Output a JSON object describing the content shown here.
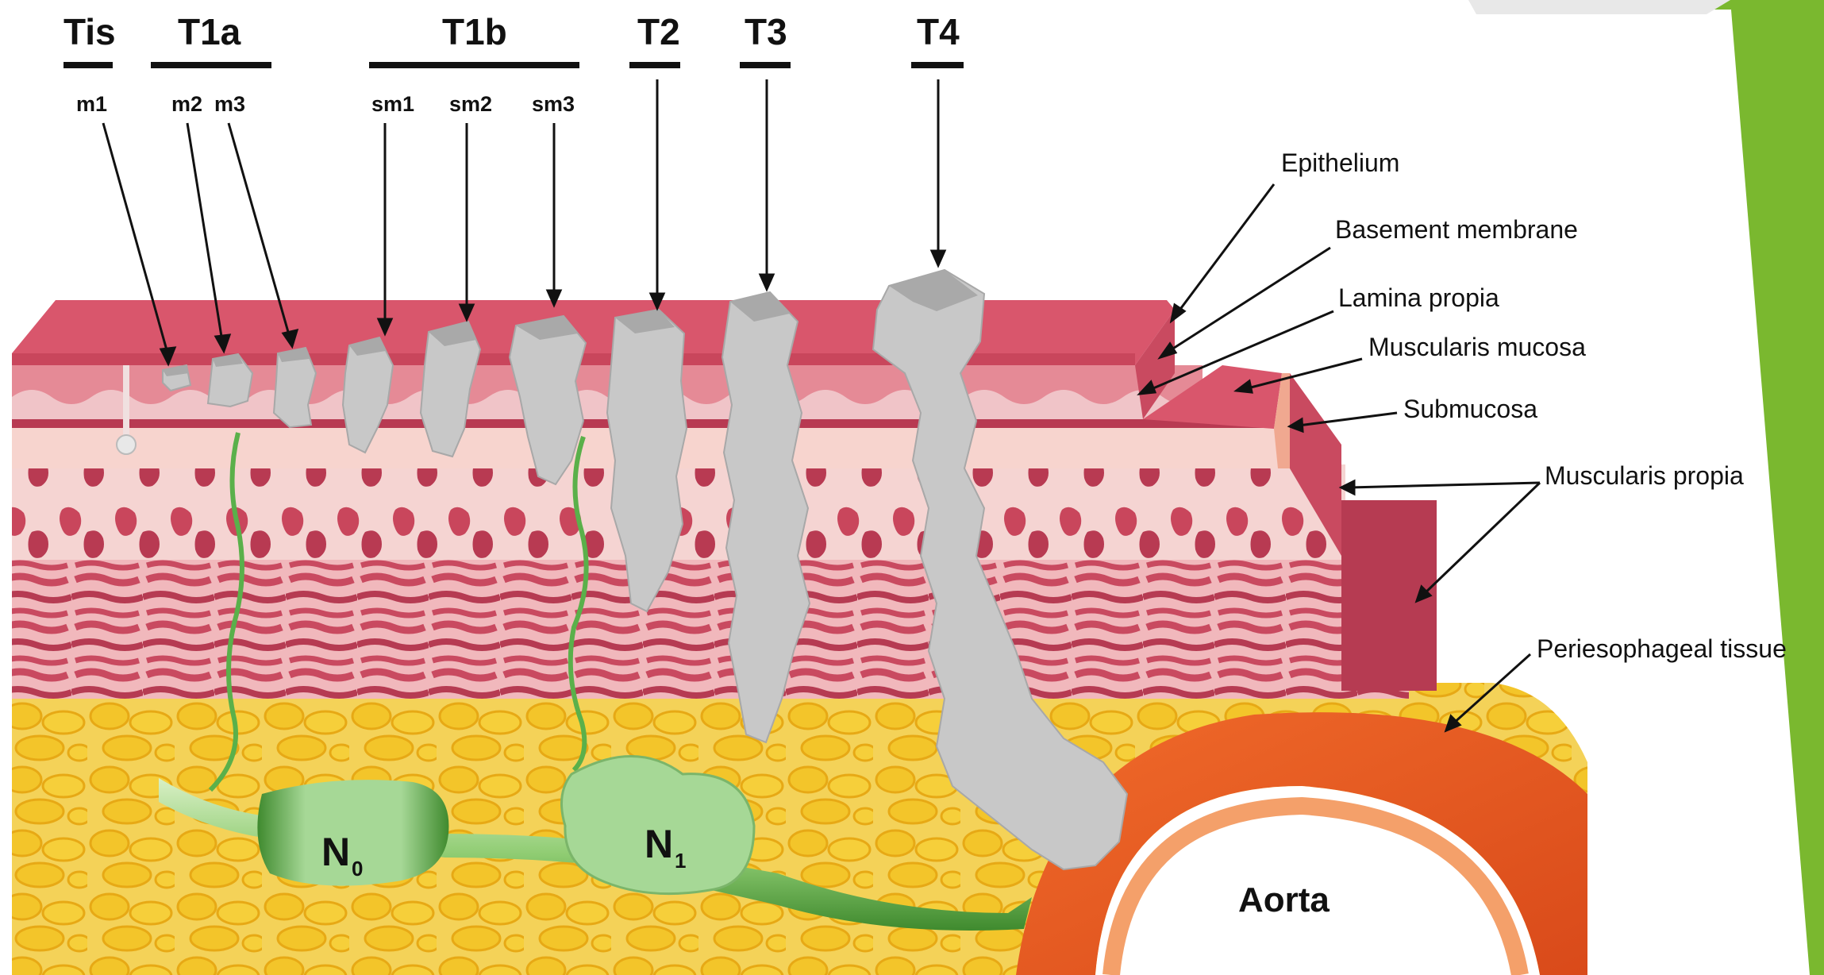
{
  "stages": [
    {
      "id": "tis",
      "label": "Tis"
    },
    {
      "id": "t1a",
      "label": "T1a"
    },
    {
      "id": "t1b",
      "label": "T1b"
    },
    {
      "id": "t2",
      "label": "T2"
    },
    {
      "id": "t3",
      "label": "T3"
    },
    {
      "id": "t4",
      "label": "T4"
    }
  ],
  "substages": [
    {
      "id": "m1",
      "label": "m1"
    },
    {
      "id": "m2",
      "label": "m2"
    },
    {
      "id": "m3",
      "label": "m3"
    },
    {
      "id": "sm1",
      "label": "sm1"
    },
    {
      "id": "sm2",
      "label": "sm2"
    },
    {
      "id": "sm3",
      "label": "sm3"
    }
  ],
  "layers": [
    {
      "id": "epithelium",
      "label": "Epithelium"
    },
    {
      "id": "basement-membrane",
      "label": "Basement membrane"
    },
    {
      "id": "lamina-propia",
      "label": "Lamina propia"
    },
    {
      "id": "muscularis-mucosa",
      "label": "Muscularis mucosa"
    },
    {
      "id": "submucosa",
      "label": "Submucosa"
    },
    {
      "id": "muscularis-propia",
      "label": "Muscularis propia"
    },
    {
      "id": "periesophageal-tissue",
      "label": "Periesophageal tissue"
    }
  ],
  "nodes": {
    "n0": {
      "letter": "N",
      "sub": "0"
    },
    "n1": {
      "letter": "N",
      "sub": "1"
    }
  },
  "aorta": {
    "label": "Aorta"
  },
  "colors": {
    "mucosa": "#d9566c",
    "mucosa_dark": "#b83a52",
    "submucosa": "#f7d4ce",
    "muscle": "#c94a60",
    "fat": "#f2c830",
    "tumor": "#c8c8c8",
    "node": "#9acb8e",
    "vessel": "#6fbf5a",
    "aorta_outer": "#ee5a22",
    "aorta_inner": "#f5a06a",
    "accent_green": "#7ab82f"
  }
}
